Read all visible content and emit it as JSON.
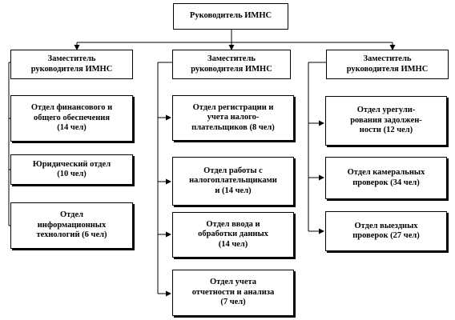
{
  "org_chart": {
    "head": "Руководитель  ИМНС",
    "deputies": [
      "Заместитель\nруководителя  ИМНС",
      "Заместитель\nруководителя  ИМНС",
      "Заместитель\nруководителя  ИМНС"
    ],
    "left_departments": [
      "Отдел финансового  и\nобщего  обеспечения\n(14 чел)",
      "Юридический  отдел\n(10 чел)",
      "Отдел\nинформационных\nтехнологий  (6 чел)"
    ],
    "middle_departments": [
      "Отдел регистрации  и\nучета налого-\nплательщиков  (8 чел)",
      "Отдел работы  с\nналогоплательщиками\nи (14 чел)",
      "Отдел ввода  и\nобработки  данных\n(14 чел)",
      "Отдел учета\nотчетности  и анализа\n(7 чел)"
    ],
    "right_departments": [
      "Отдел урегули-\nрования  задолжен-\nности  (12 чел)",
      "Отдел камеральных\nпроверок  (34 чел)",
      "Отдел выездных\nпроверок  (27 чел)"
    ]
  }
}
